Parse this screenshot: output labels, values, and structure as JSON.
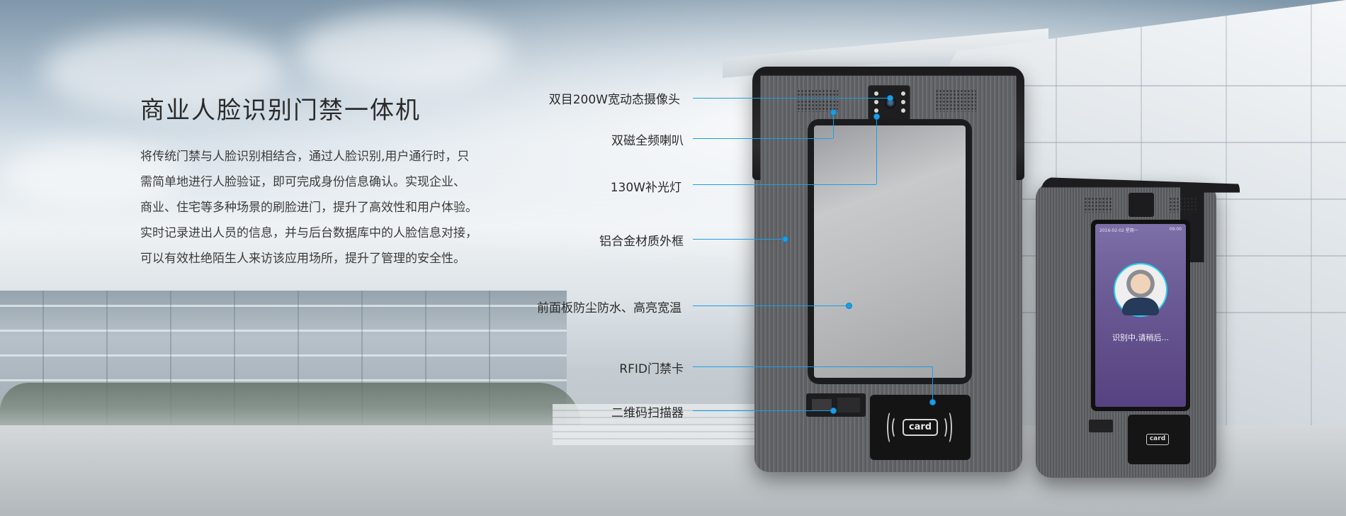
{
  "hero": {
    "title": "商业人脸识别门禁一体机",
    "description": [
      "将传统门禁与人脸识别相结合，通过人脸识别,用户通行时，只",
      "需简单地进行人脸验证，即可完成身份信息确认。实现企业、",
      "商业、住宅等多种场景的刷脸进门，提升了高效性和用户体验。",
      "实时记录进出人员的信息，并与后台数据库中的人脸信息对接，",
      "可以有效杜绝陌生人来访该应用场所，提升了管理的安全性。"
    ]
  },
  "callouts": [
    {
      "label": "双目200W宽动态摄像头"
    },
    {
      "label": "双磁全频喇叭"
    },
    {
      "label": "130W补光灯"
    },
    {
      "label": "铝合金材质外框"
    },
    {
      "label": "前面板防尘防水、高亮宽温"
    },
    {
      "label": "RFID门禁卡"
    },
    {
      "label": "二维码扫描器"
    }
  ],
  "device": {
    "card_label": "card",
    "screen_status": "2016-02-02 星期一",
    "screen_time": "09:00",
    "screen_prompt": "识别中,请稍后..."
  },
  "colors": {
    "accent": "#1a9fe6",
    "title": "#2b2b2b",
    "body_text": "#3c3c3c"
  }
}
